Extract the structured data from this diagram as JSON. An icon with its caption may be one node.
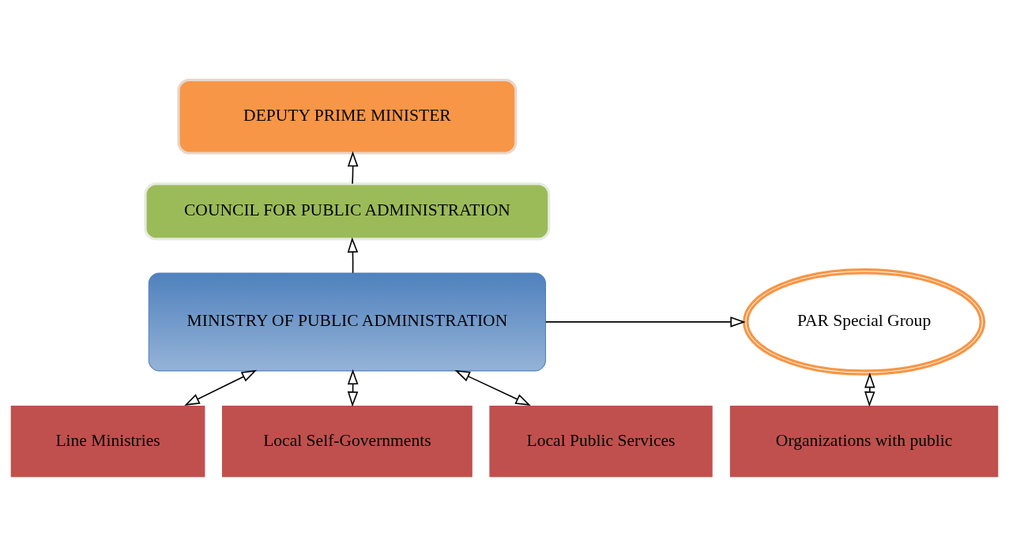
{
  "diagram": {
    "nodes": [
      {
        "text": [
          "DEPUTY PRIME MINISTER"
        ]
      },
      {
        "text": [
          "COUNCIL FOR PUBLIC ADMINISTRATION"
        ]
      },
      {
        "text": [
          "MINISTRY OF PUBLIC ADMINISTRATION"
        ]
      },
      {
        "text": [
          "PAR Special Group"
        ]
      },
      {
        "text": [
          "Line Ministries"
        ]
      },
      {
        "text": [
          "Local Self-Governments"
        ]
      },
      {
        "text": [
          "Local Public Services"
        ]
      },
      {
        "text": [
          "Organizations with public"
        ]
      }
    ],
    "edges": [
      {
        "from": 1,
        "to": 0,
        "arrow": "to"
      },
      {
        "from": 2,
        "to": 1,
        "arrow": "to"
      },
      {
        "from": 2,
        "to": 3,
        "arrow": "to"
      },
      {
        "from": 2,
        "to": 4,
        "arrow": "both"
      },
      {
        "from": 2,
        "to": 5,
        "arrow": "both"
      },
      {
        "from": 2,
        "to": 6,
        "arrow": "both"
      },
      {
        "from": 3,
        "to": 7,
        "arrow": "both"
      }
    ]
  }
}
